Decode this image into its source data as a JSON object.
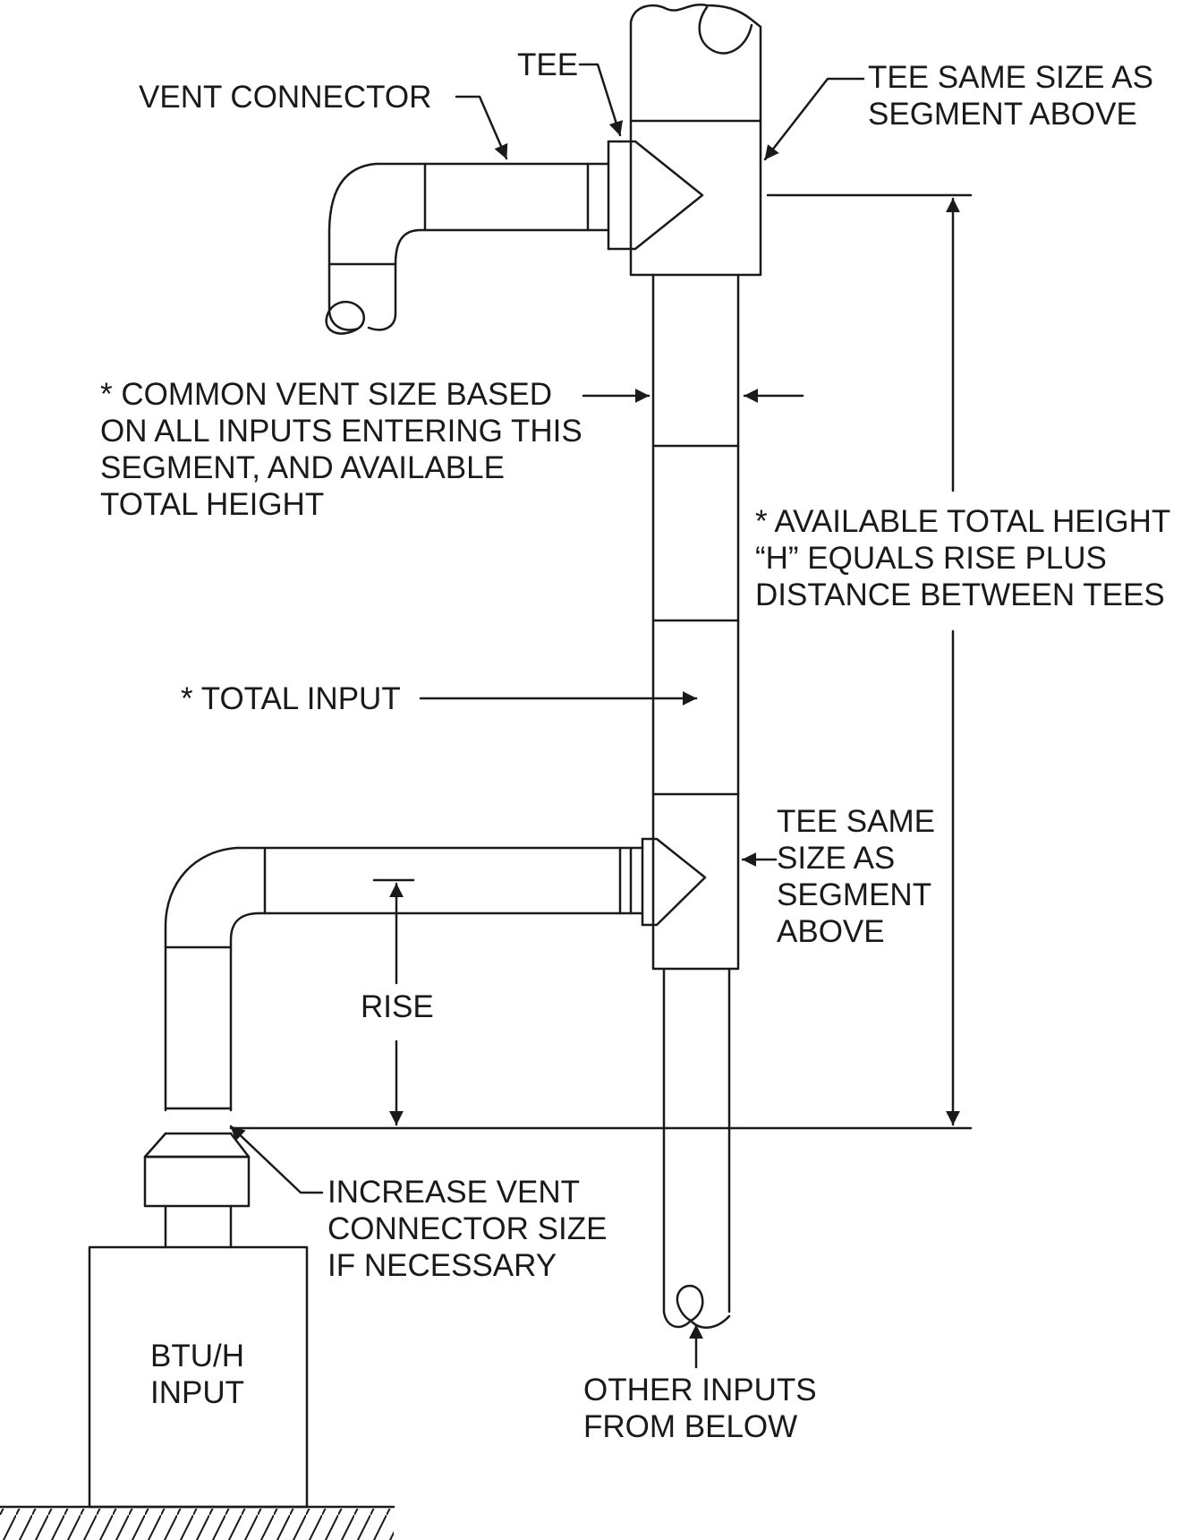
{
  "labels": {
    "tee": "TEE",
    "vent_connector": "VENT CONNECTOR",
    "tee_same_size_top": [
      "TEE SAME SIZE AS",
      "SEGMENT ABOVE"
    ],
    "common_vent": [
      "* COMMON VENT SIZE BASED",
      "ON ALL INPUTS ENTERING THIS",
      "SEGMENT, AND AVAILABLE",
      "TOTAL HEIGHT"
    ],
    "available_height": [
      "* AVAILABLE TOTAL HEIGHT",
      "“H” EQUALS RISE PLUS",
      "DISTANCE BETWEEN TEES"
    ],
    "total_input": "* TOTAL INPUT",
    "tee_same_size_mid": [
      "TEE SAME",
      "SIZE AS",
      "SEGMENT",
      "ABOVE"
    ],
    "rise": "RISE",
    "increase_connector": [
      "INCREASE VENT",
      "CONNECTOR SIZE",
      "IF NECESSARY"
    ],
    "appliance": [
      "BTU/H",
      "INPUT"
    ],
    "other_inputs": [
      "OTHER INPUTS",
      "FROM BELOW"
    ]
  }
}
